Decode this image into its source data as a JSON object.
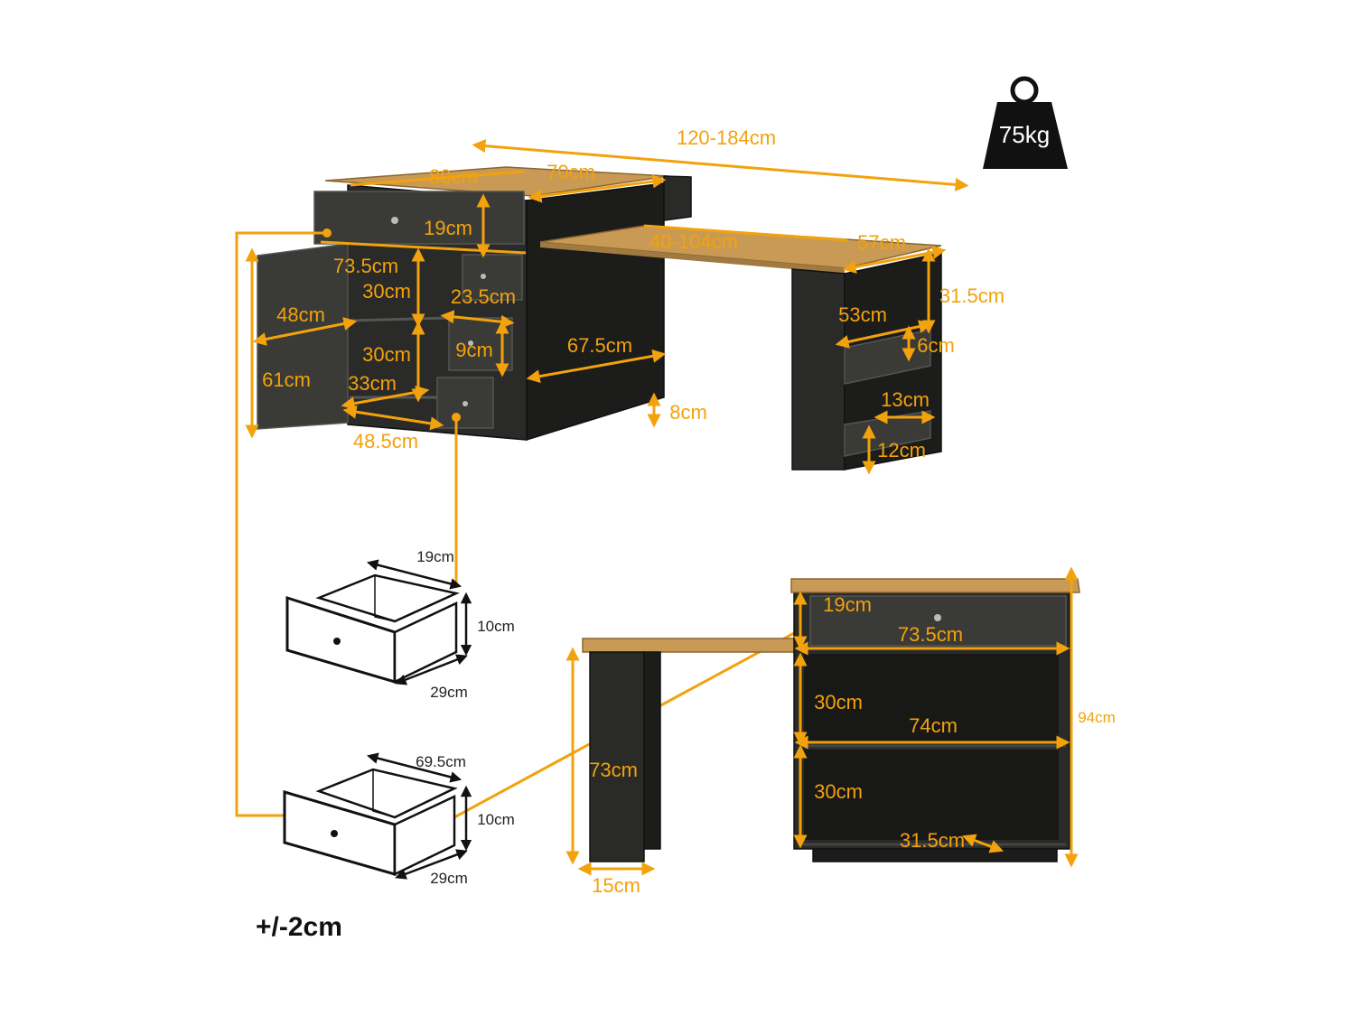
{
  "weight": {
    "value": "75kg",
    "icon": "weight-icon"
  },
  "tolerance": "+/-2cm",
  "colors": {
    "accent": "#f2a20c",
    "dark": "#2a2a28",
    "wood": "#c99a55"
  },
  "top_view": {
    "total_length": "120-184cm",
    "top_width": "80cm",
    "top_depth": "70cm",
    "drawer_height": "19cm",
    "extension_length": "40-104cm",
    "extension_depth": "57cm",
    "door_inner_width": "73.5cm",
    "shelf_height_1": "30cm",
    "small_drawer_width": "23.5cm",
    "door_width": "48cm",
    "small_drawer_height": "9cm",
    "shelf_height_2": "30cm",
    "door_height": "61cm",
    "cabinet_depth": "67.5cm",
    "shelf_depth": "33cm",
    "plinth_height": "8cm",
    "base_width": "48.5cm",
    "leg_height": "31.5cm",
    "leg_depth": "53cm",
    "leg_shelf_gap": "6cm",
    "leg_shelf_width": "13cm",
    "leg_shelf_height": "12cm"
  },
  "drawer_top": {
    "width": "19cm",
    "height": "10cm",
    "depth": "29cm"
  },
  "drawer_bottom": {
    "width": "69.5cm",
    "height": "10cm",
    "depth": "29cm"
  },
  "side_view": {
    "drawer_height": "19cm",
    "drawer_width": "73.5cm",
    "shelf_height_1": "30cm",
    "shelf_width": "74cm",
    "shelf_height_2": "30cm",
    "shelf_depth": "31.5cm",
    "total_height": "94cm",
    "leg_height": "73cm",
    "leg_width": "15cm"
  }
}
